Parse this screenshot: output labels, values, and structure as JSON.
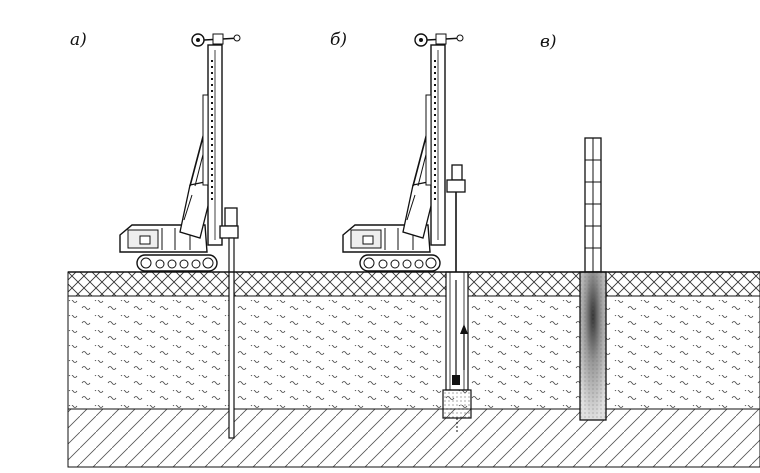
{
  "labels": {
    "a": "а)",
    "b": "б)",
    "c": "в)"
  },
  "colors": {
    "ink": "#111111",
    "hatch": "#444444",
    "fill_light": "#f2f2f2",
    "column_dark": "#555555"
  }
}
